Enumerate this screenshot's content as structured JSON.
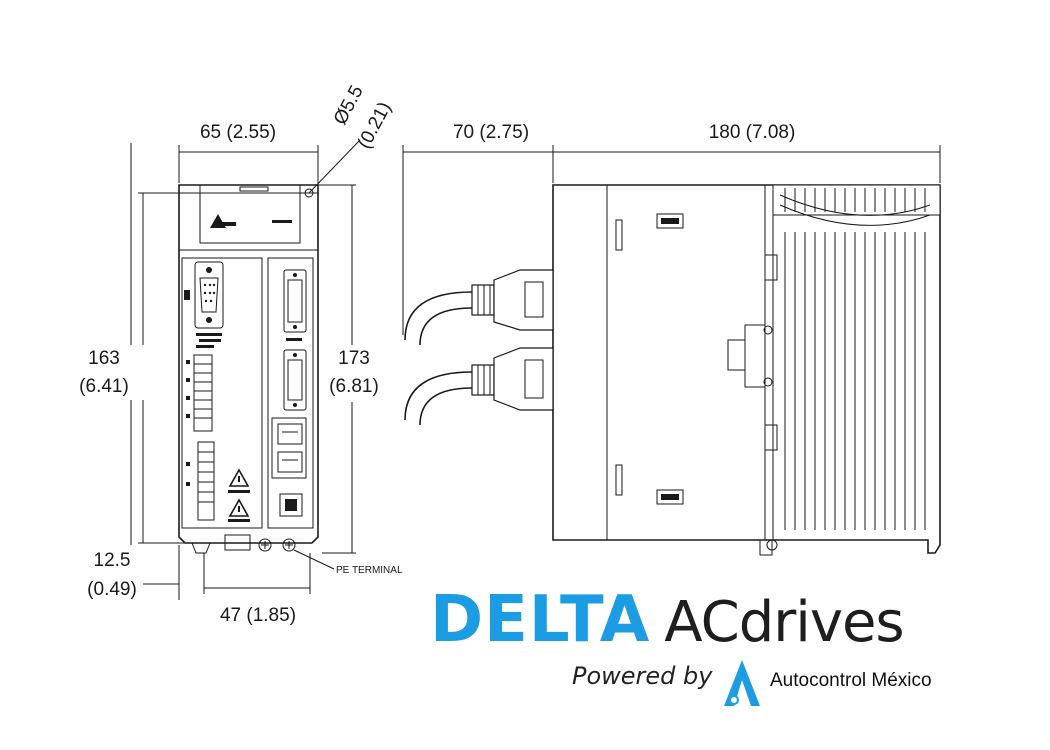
{
  "dimensions": {
    "front_width": "65 (2.55)",
    "hole_diameter": "Ø5.5",
    "hole_diameter_inch": "(0.21)",
    "cable_clearance": "70 (2.75)",
    "depth": "180 (7.08)",
    "mount_height_mm": "163",
    "mount_height_in": "(6.41)",
    "total_height_mm": "173",
    "total_height_in": "(6.81)",
    "bottom_offset_mm": "12.5",
    "bottom_offset_in": "(0.49)",
    "mount_width": "47 (1.85)",
    "pe_terminal": "PE TERMINAL"
  },
  "brand": {
    "name": "DELTA",
    "product_ac": "AC",
    "product_drives": "drives",
    "powered_by": "Powered by",
    "company": "Autocontrol México",
    "colors": {
      "delta_blue": "#1b9ce3",
      "text_dark": "#1e1e1e"
    }
  }
}
